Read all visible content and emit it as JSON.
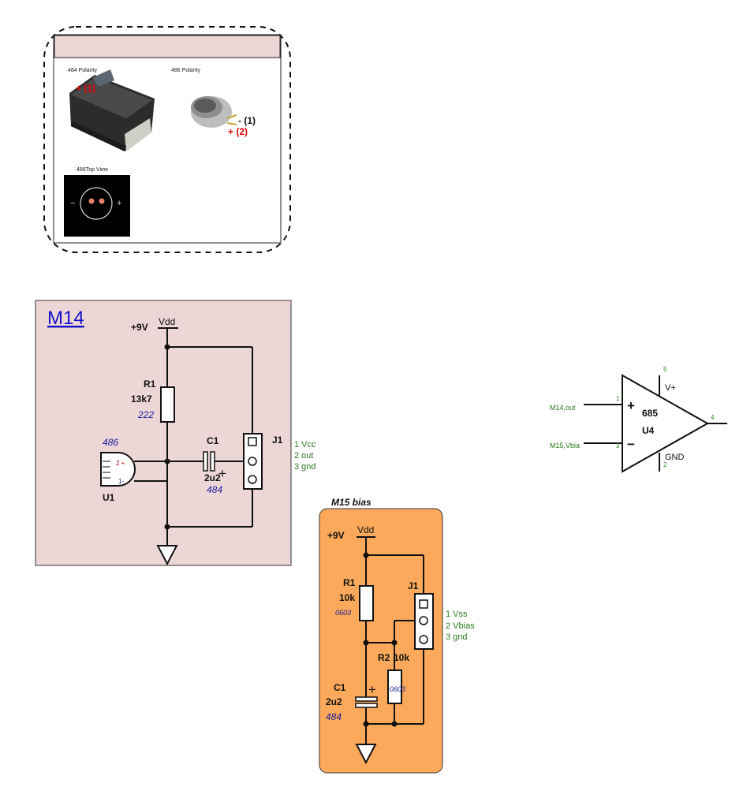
{
  "polarity_panel": {
    "label_484": "484 Polarity",
    "label_486": "486 Polarity",
    "label_486_top": "486Top View",
    "cap_484_pin": "+ (1)",
    "mic_pin_minus": "- (1)",
    "mic_pin_plus": "+ (2)",
    "top_minus": "−",
    "top_plus": "+"
  },
  "m14": {
    "title": "M14",
    "supply_label": "+9V",
    "supply_net": "Vdd",
    "r1_ref": "R1",
    "r1_value": "13k7",
    "r1_package": "222",
    "c1_ref": "C1",
    "c1_value": "2u2",
    "c1_package": "484",
    "u1_package": "486",
    "u1_ref": "U1",
    "u1_pin_plus": "2 +",
    "u1_pin_minus": "1-",
    "j1_ref": "J1",
    "j1_pins": [
      "1 Vcc",
      "2 out",
      "3 gnd"
    ],
    "cap_plus": "+"
  },
  "m15": {
    "title": "M15 bias",
    "supply_label": "+9V",
    "supply_net": "Vdd",
    "r1_ref": "R1",
    "r1_value": "10k",
    "r1_package": "0603",
    "r2_ref": "R2",
    "r2_value": "10k",
    "r2_package": "0603",
    "c1_ref": "C1",
    "c1_value": "2u2",
    "c1_package": "484",
    "j1_ref": "J1",
    "j1_pins": [
      "1 Vss",
      "2 Vbias",
      "3 gnd"
    ],
    "cap_plus": "+"
  },
  "opamp": {
    "value": "685",
    "ref": "U4",
    "plus_symbol": "+",
    "minus_symbol": "−",
    "supply_label": "V+",
    "gnd_label": "GND",
    "in_plus_net": "M14,out",
    "in_minus_net": "M15,Vbia",
    "pin_in_plus": "1",
    "pin_in_minus": "3",
    "pin_out": "4",
    "pin_vplus": "5",
    "pin_gnd": "2"
  },
  "colors": {
    "m14_fill": "#ecd6d6",
    "m15_fill": "#fca95b",
    "package_blue": "#1a1a9e",
    "pin_green": "#2a7a1e",
    "polarity_red": "#e00000",
    "link_blue": "#1111cc"
  }
}
